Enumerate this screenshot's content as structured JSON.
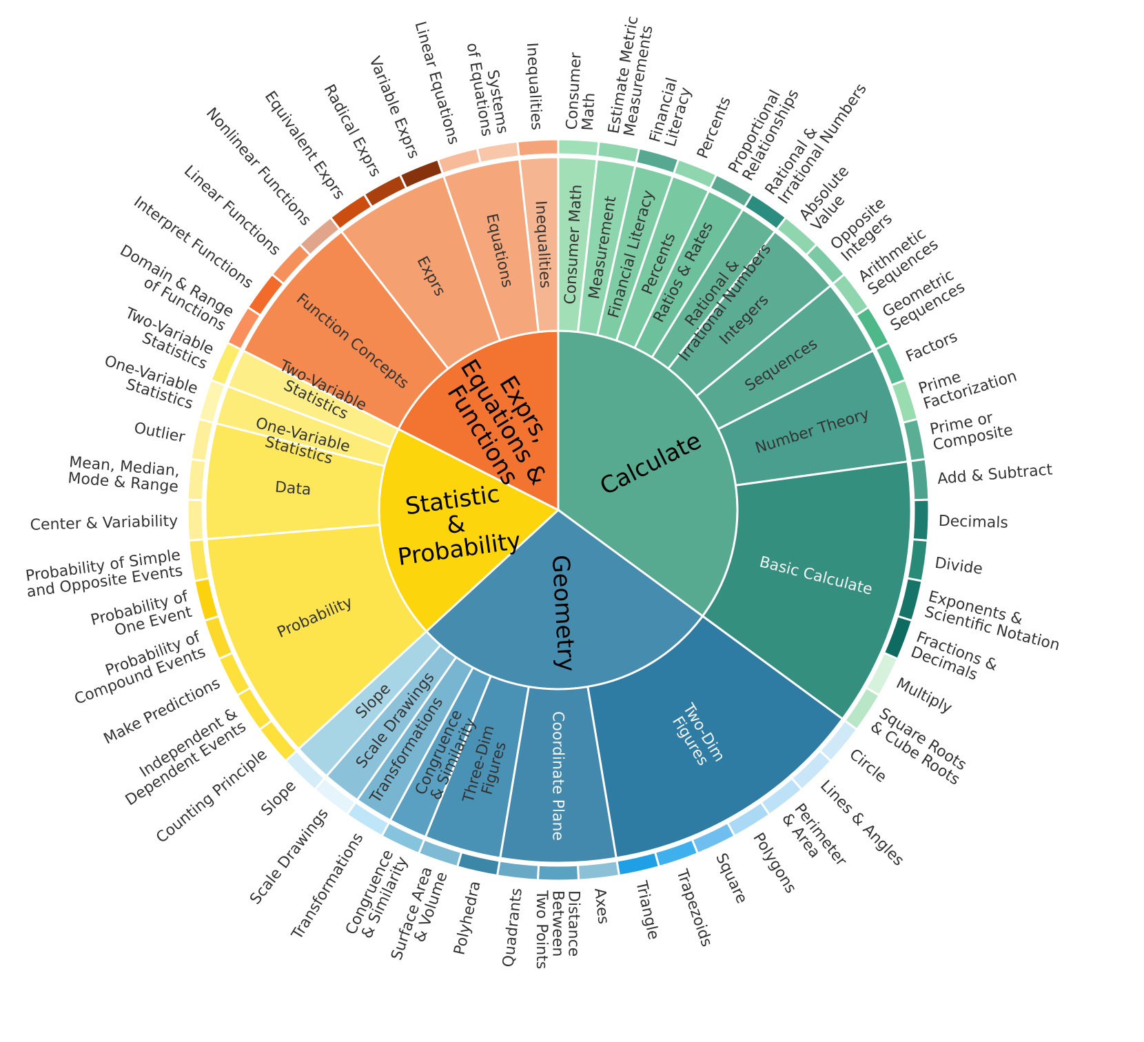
{
  "chart_data": {
    "type": "sunburst",
    "title": "",
    "categories": [
      {
        "label": "Calculate",
        "color": "#57aa8f",
        "children": [
          {
            "label": "Consumer Math",
            "color": "#a3dfb6",
            "children": [
              {
                "label": "Consumer\nMath",
                "color": "#a0e0b8",
                "value": 1
              }
            ]
          },
          {
            "label": "Measurement",
            "color": "#8dd5ad",
            "children": [
              {
                "label": "Estimate Metric\nMeasurements",
                "color": "#8fd6ae",
                "value": 1
              }
            ]
          },
          {
            "label": "Financial Literacy",
            "color": "#7dcca4",
            "children": [
              {
                "label": "Financial\nLiteracy",
                "color": "#56a890",
                "value": 1
              }
            ]
          },
          {
            "label": "Percents",
            "color": "#78c8a2",
            "children": [
              {
                "label": "Percents",
                "color": "#8fd6ae",
                "value": 1
              }
            ]
          },
          {
            "label": "Ratios & Rates",
            "color": "#6cc09b",
            "children": [
              {
                "label": "Proportional\nRelationships",
                "color": "#5aaa92",
                "value": 1
              }
            ]
          },
          {
            "label": "Rational &\nIrrational Numbers",
            "color": "#63b497",
            "children": [
              {
                "label": "Rational &\nIrrational Numbers",
                "color": "#2b8c80",
                "value": 1
              }
            ]
          },
          {
            "label": "Integers",
            "color": "#5bac93",
            "children": [
              {
                "label": "Absolute\nValue",
                "color": "#8fd6ae",
                "value": 1
              },
              {
                "label": "Opposite\nIntegers",
                "color": "#7ccaa5",
                "value": 1
              }
            ]
          },
          {
            "label": "Sequences",
            "color": "#57a891",
            "children": [
              {
                "label": "Arithmetic\nSequences",
                "color": "#8fd6ae",
                "value": 1
              },
              {
                "label": "Geometric\nSequences",
                "color": "#4fb889",
                "value": 1
              }
            ]
          },
          {
            "label": "Number Theory",
            "color": "#4a9e8d",
            "children": [
              {
                "label": "Factors",
                "color": "#56b892",
                "value": 1
              },
              {
                "label": "Prime\nFactorization",
                "color": "#98dcb0",
                "value": 1
              },
              {
                "label": "Prime or\nComposite",
                "color": "#5aae94",
                "value": 1
              }
            ]
          },
          {
            "label": "Basic Calculate",
            "color": "#358f7f",
            "children": [
              {
                "label": "Add & Subtract",
                "color": "#4ea38e",
                "value": 1
              },
              {
                "label": "Decimals",
                "color": "#1e7b6f",
                "value": 1
              },
              {
                "label": "Divide",
                "color": "#2a8a78",
                "value": 1
              },
              {
                "label": "Exponents &\nScientific Notation",
                "color": "#167468",
                "value": 1
              },
              {
                "label": "Fractions &\nDecimals",
                "color": "#0d6b62",
                "value": 1
              },
              {
                "label": "Multiply",
                "color": "#d6f2dc",
                "value": 1
              },
              {
                "label": "Square Roots\n& Cube Roots",
                "color": "#b8e6c6",
                "value": 1
              }
            ]
          }
        ]
      },
      {
        "label": "Geometry",
        "color": "#458cae",
        "children": [
          {
            "label": "Two-Dim\nFigures",
            "color": "#2e7ca3",
            "children": [
              {
                "label": "Circle",
                "color": "#cfe9f8",
                "value": 1
              },
              {
                "label": "Lines & Angles",
                "color": "#c8e6f8",
                "value": 1
              },
              {
                "label": "Perimeter\n& Area",
                "color": "#bde2f7",
                "value": 1
              },
              {
                "label": "Polygons",
                "color": "#a9d9f5",
                "value": 1
              },
              {
                "label": "Square",
                "color": "#6ebff0",
                "value": 1
              },
              {
                "label": "Trapezoids",
                "color": "#3fb0ee",
                "value": 1
              },
              {
                "label": "Triangle",
                "color": "#1e9fe6",
                "value": 1
              }
            ]
          },
          {
            "label": "Coordinate Plane",
            "color": "#4289ad",
            "children": [
              {
                "label": "Axes",
                "color": "#8cc0d6",
                "value": 1
              },
              {
                "label": "Distance\nBetween\nTwo Points",
                "color": "#5aa2c2",
                "value": 1
              },
              {
                "label": "Quadrants",
                "color": "#6aa9c6",
                "value": 1
              }
            ]
          },
          {
            "label": "Three-Dim\nFigures",
            "color": "#4a92b5",
            "children": [
              {
                "label": "Polyhedra",
                "color": "#3c86a8",
                "value": 1
              },
              {
                "label": "Surface Area\n& Volume",
                "color": "#7fbad4",
                "value": 1
              }
            ]
          },
          {
            "label": "Congruence\n& Similarity",
            "color": "#5aa0c2",
            "children": [
              {
                "label": "Congruence\n& Similarity",
                "color": "#86c3dc",
                "value": 1
              }
            ]
          },
          {
            "label": "Transformations",
            "color": "#78b5d1",
            "children": [
              {
                "label": "Transformations",
                "color": "#bfe6f8",
                "value": 1
              }
            ]
          },
          {
            "label": "Scale Drawings",
            "color": "#8bc2da",
            "children": [
              {
                "label": "Scale Drawings",
                "color": "#e6f5fc",
                "value": 1
              }
            ]
          },
          {
            "label": "Slope",
            "color": "#a8d5e5",
            "children": [
              {
                "label": "Slope",
                "color": "#d5edf8",
                "value": 1
              }
            ]
          }
        ]
      },
      {
        "label": "Statistic\n&\nProbability",
        "color": "#fcd50c",
        "children": [
          {
            "label": "Probability",
            "color": "#fee44c",
            "children": [
              {
                "label": "Counting Principle",
                "color": "#fde03a",
                "value": 1
              },
              {
                "label": "Independent &\nDependent Events",
                "color": "#fde03a",
                "value": 1
              },
              {
                "label": "Make Predictions",
                "color": "#fde03a",
                "value": 1
              },
              {
                "label": "Probability of\nCompound Events",
                "color": "#fcd82a",
                "value": 1
              },
              {
                "label": "Probability of\nOne Event",
                "color": "#fcd20e",
                "value": 1
              },
              {
                "label": "Probability of Simple\nand Opposite Events",
                "color": "#fde55a",
                "value": 1
              }
            ]
          },
          {
            "label": "Data",
            "color": "#fde85c",
            "children": [
              {
                "label": "Center & Variability",
                "color": "#fef09a",
                "value": 1
              },
              {
                "label": "Mean, Median,\nMode & Range",
                "color": "#fef09a",
                "value": 1
              },
              {
                "label": "Outlier",
                "color": "#fef09a",
                "value": 1
              }
            ]
          },
          {
            "label": "One-Variable\nStatistics",
            "color": "#fdec78",
            "children": [
              {
                "label": "One-Variable\nStatistics",
                "color": "#fef5b0",
                "value": 1
              }
            ]
          },
          {
            "label": "Two-Variable\nStatistics",
            "color": "#fdee88",
            "children": [
              {
                "label": "Two-Variable\nStatistics",
                "color": "#fdeb6a",
                "value": 1
              }
            ]
          }
        ]
      },
      {
        "label": "Exprs,\nEquations &\nFunctions",
        "color": "#f37331",
        "children": [
          {
            "label": "Function Concepts",
            "color": "#f48a50",
            "children": [
              {
                "label": "Domain & Range\nof Functions",
                "color": "#f88f5c",
                "value": 1
              },
              {
                "label": "Interpret Functions",
                "color": "#f26b2a",
                "value": 1
              },
              {
                "label": "Linear Functions",
                "color": "#f5905a",
                "value": 1
              },
              {
                "label": "Nonlinear Functions",
                "color": "#e0a58a",
                "value": 1
              }
            ]
          },
          {
            "label": "Exprs",
            "color": "#f5a070",
            "children": [
              {
                "label": "Equivalent Exprs",
                "color": "#cc4d10",
                "value": 1
              },
              {
                "label": "Radical Exprs",
                "color": "#a9400e",
                "value": 1
              },
              {
                "label": "Variable Exprs",
                "color": "#86320c",
                "value": 1
              }
            ]
          },
          {
            "label": "Equations",
            "color": "#f5a67a",
            "children": [
              {
                "label": "Linear Equations",
                "color": "#f7bb9a",
                "value": 1
              },
              {
                "label": "Systems\nof Equations",
                "color": "#f8c6a9",
                "value": 1
              }
            ]
          },
          {
            "label": "Inequalities",
            "color": "#f5b590",
            "children": [
              {
                "label": "Inequalities",
                "color": "#f5a47a",
                "value": 1
              }
            ]
          }
        ]
      }
    ]
  }
}
